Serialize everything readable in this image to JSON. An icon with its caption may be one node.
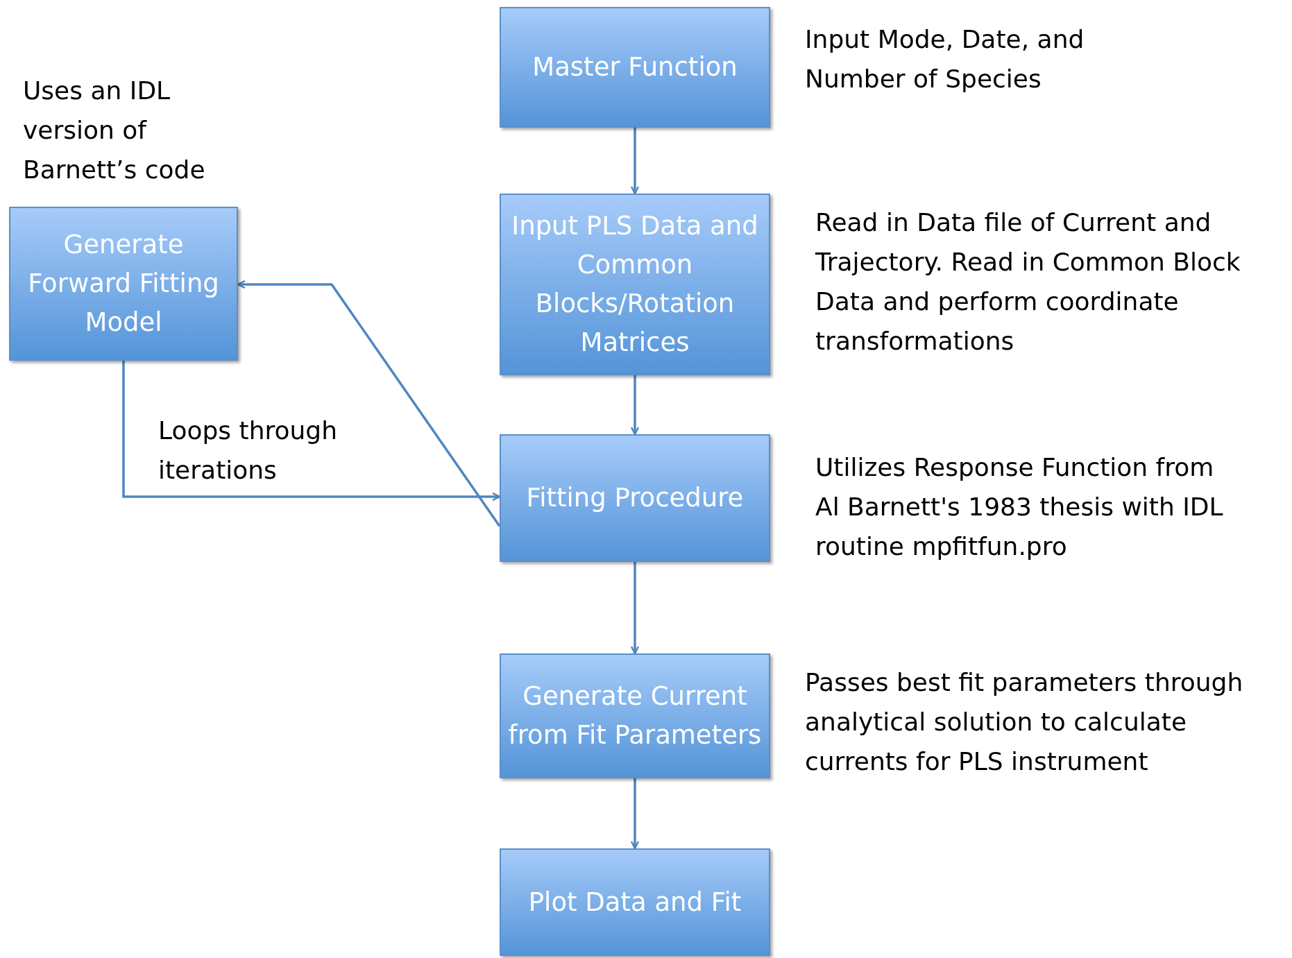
{
  "diagram": {
    "nodes": [
      {
        "text": [
          "Master Function"
        ],
        "beside": [
          "Input Mode, Date, and Number of Species"
        ]
      },
      {
        "text": [
          "Input PLS Data and Common Blocks/Rotation Matrices"
        ],
        "beside": [
          "Read in Data file of Current and Trajectory. Read in Common Block Data and perform coordinate transformations"
        ]
      },
      {
        "text": [
          "Generate Forward Fitting Model"
        ],
        "beside": [
          "Uses an IDL version of Barnett’s code"
        ]
      },
      {
        "text": [
          "Fitting Procedure"
        ],
        "beside": [
          "Utilizes Response Function from Al Barnett's 1983 thesis with IDL routine mpfitfun.pro"
        ]
      },
      {
        "text": [
          "Generate Current from Fit Parameters"
        ],
        "beside": [
          "Passes best fit parameters through analytical solution to calculate currents for PLS instrument"
        ]
      },
      {
        "text": [
          "Plot Data and Fit"
        ]
      }
    ],
    "edges": [
      {
        "from": 0,
        "to": 1,
        "arrow": "to"
      },
      {
        "from": 1,
        "to": 3,
        "arrow": "to"
      },
      {
        "from": 3,
        "to": 2,
        "arrow": "to"
      },
      {
        "from": 2,
        "to": 3,
        "arrow": "to"
      },
      {
        "from": 3,
        "to": 4,
        "arrow": "to"
      },
      {
        "from": 4,
        "to": 5,
        "arrow": "to"
      }
    ],
    "labels": [
      "Loops through iterations"
    ]
  }
}
